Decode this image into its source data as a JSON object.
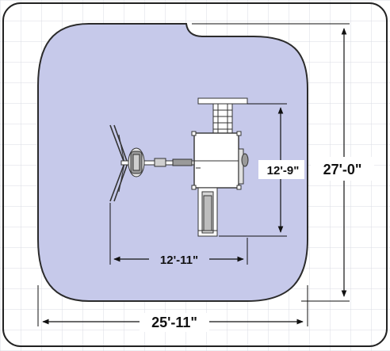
{
  "colors": {
    "grid": "#d8dbe3",
    "safety_zone": "#c6c9ea",
    "safety_zone_stroke": "#2b2b2b",
    "frame": "#222222",
    "dimension_line": "#111111",
    "equipment_fill": "#ffffff",
    "equipment_shade": "#9a9a9a"
  },
  "dimensions": {
    "use_zone_width": "25'-11\"",
    "use_zone_depth": "27'-0\"",
    "equipment_width": "12'-11\"",
    "equipment_depth": "12'-9\""
  }
}
